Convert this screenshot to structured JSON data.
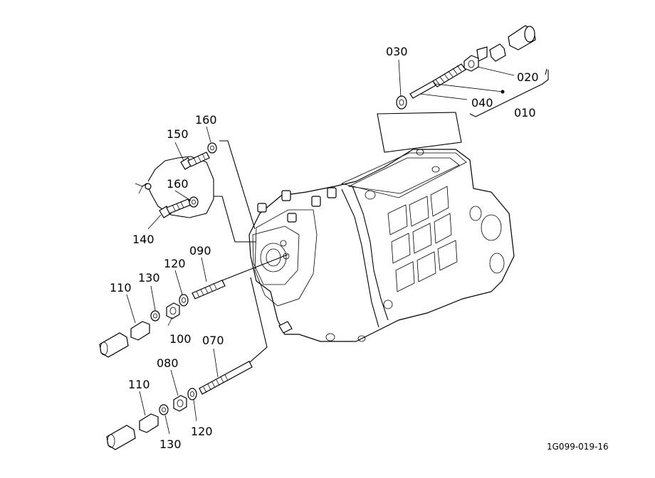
{
  "diagram": {
    "labels": {
      "p010": "010",
      "p020": "020",
      "p030": "030",
      "p040": "040",
      "p070": "070",
      "p080": "080",
      "p090": "090",
      "p100": "100",
      "p110a": "110",
      "p110b": "110",
      "p120a": "120",
      "p120b": "120",
      "p130a": "130",
      "p130b": "130",
      "p140": "140",
      "p150": "150",
      "p160a": "160",
      "p160b": "160"
    },
    "figure_code": "1G099-019-16"
  }
}
